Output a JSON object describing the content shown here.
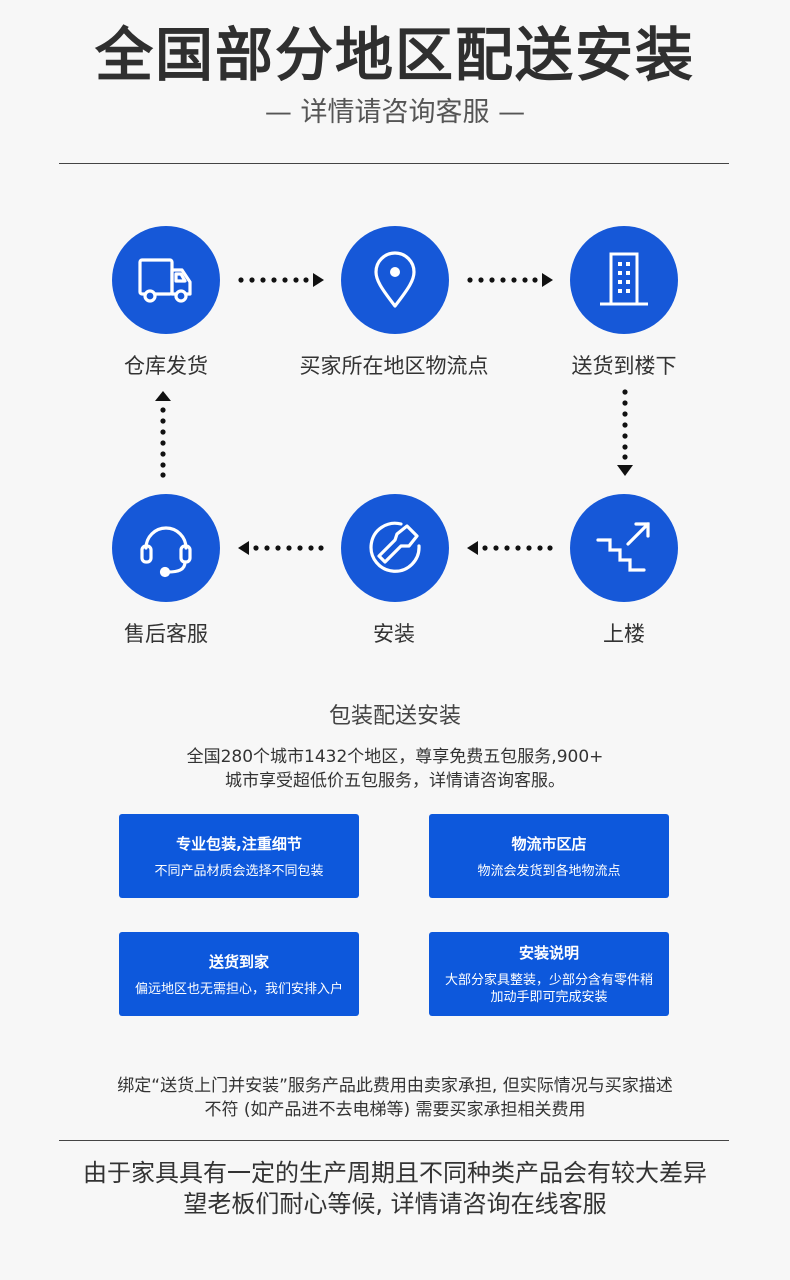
{
  "header": {
    "title": "全国部分地区配送安装",
    "subtitle": "— 详情请咨询客服 —"
  },
  "flow": {
    "steps": [
      {
        "label": "仓库发货",
        "icon": "truck-icon"
      },
      {
        "label": "买家所在地区物流点",
        "icon": "location-pin-icon"
      },
      {
        "label": "送货到楼下",
        "icon": "building-icon"
      },
      {
        "label": "上楼",
        "icon": "stairs-icon"
      },
      {
        "label": "安装",
        "icon": "wrench-icon"
      },
      {
        "label": "售后客服",
        "icon": "headset-icon"
      }
    ]
  },
  "service": {
    "heading": "包装配送安装",
    "description_line1": "全国280个城市1432个地区，尊享免费五包服务,900+",
    "description_line2": "城市享受超低价五包服务，详情请咨询客服。",
    "cards": [
      {
        "title": "专业包装,注重细节",
        "desc": "不同产品材质会选择不同包装"
      },
      {
        "title": "物流市区店",
        "desc": "物流会发货到各地物流点"
      },
      {
        "title": "送货到家",
        "desc": "偏远地区也无需担心，我们安排入户"
      },
      {
        "title": "安装说明",
        "desc": "大部分家具整装，少部分含有零件稍加动手即可完成安装"
      }
    ]
  },
  "note": {
    "line1": "绑定“送货上门并安装”服务产品此费用由卖家承担, 但实际情况与买家描述",
    "line2": "不符 (如产品进不去电梯等) 需要买家承担相关费用"
  },
  "footer": {
    "line1": "由于家具具有一定的生产周期且不同种类产品会有较大差异",
    "line2": "望老板们耐心等候, 详情请咨询在线客服"
  },
  "colors": {
    "accent": "#1658d8",
    "card": "#0d58dc",
    "text": "#333333"
  }
}
